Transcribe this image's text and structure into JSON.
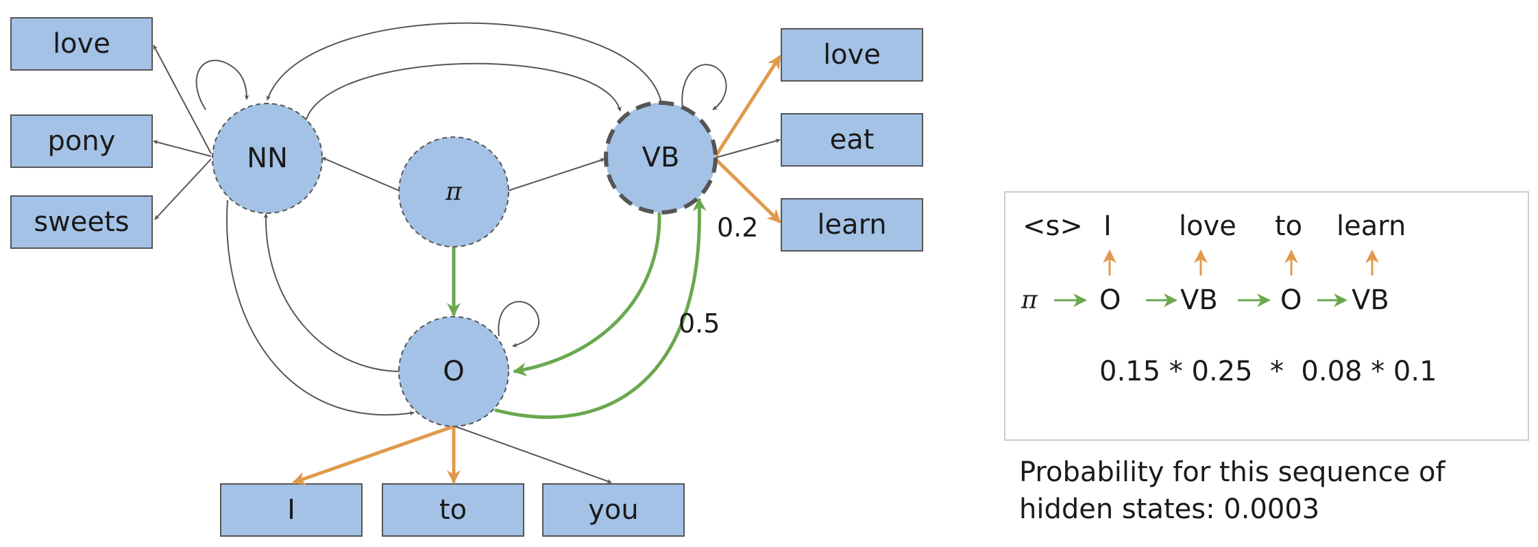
{
  "states": {
    "nn": "NN",
    "vb": "VB",
    "o": "O",
    "pi": "π"
  },
  "emissions": {
    "nn": [
      "love",
      "pony",
      "sweets"
    ],
    "vb": [
      "love",
      "eat",
      "learn"
    ],
    "o": [
      "I",
      "to",
      "you"
    ]
  },
  "edge_labels": {
    "vb_emit_learn": "0.2",
    "o_to_vb": "0.5"
  },
  "sequence": {
    "words": [
      "<s>",
      "I",
      "love",
      "to",
      "learn"
    ],
    "pi": "π",
    "tags": [
      "O",
      "VB",
      "O",
      "VB"
    ],
    "probability_expression": "0.15 * 0.25  *  0.08 * 0.1"
  },
  "caption": {
    "line1": "Probability for this sequence of",
    "line2": "hidden states: 0.0003"
  },
  "colors": {
    "node_fill": "#a4c2e6",
    "transition_highlight": "#6aa84f",
    "emission_highlight": "#e09a4b",
    "edge": "#555555"
  }
}
